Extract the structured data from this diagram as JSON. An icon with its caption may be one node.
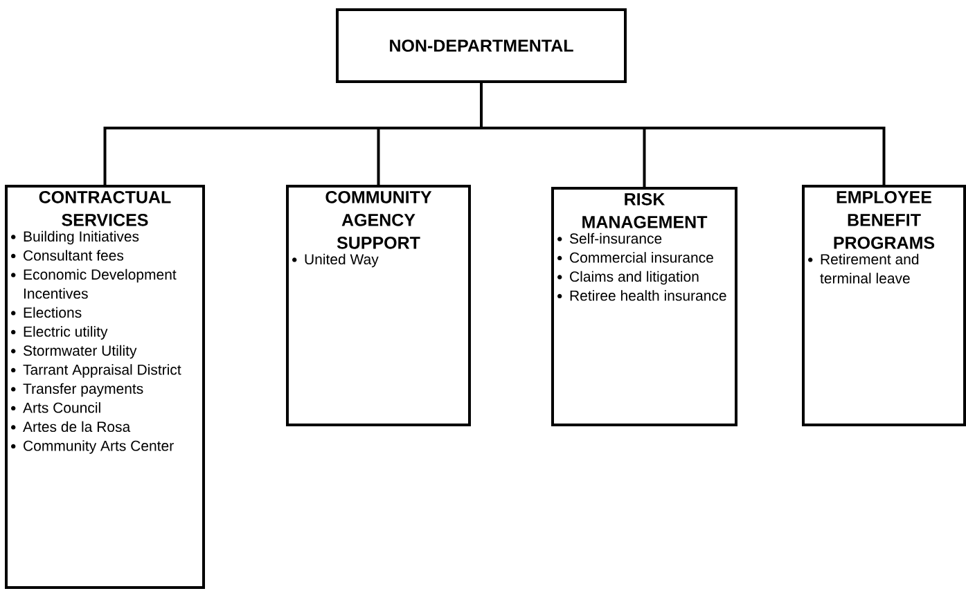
{
  "diagram": {
    "nodes": [
      {
        "text": [
          "NON-DEPARTMENTAL"
        ]
      },
      {
        "text": [
          "CONTRACTUAL SERVICES",
          "Building Initiatives",
          "Consultant fees",
          "Economic Development Incentives",
          "Elections",
          "Electric utility",
          "Stormwater Utility",
          "Tarrant Appraisal District",
          "Transfer payments",
          "Arts Council",
          "Artes de la Rosa",
          "Community Arts Center"
        ]
      },
      {
        "text": [
          "COMMUNITY AGENCY SUPPORT",
          "United Way"
        ]
      },
      {
        "text": [
          "RISK MANAGEMENT",
          "Self-insurance",
          "Commercial insurance",
          "Claims and litigation",
          "Retiree health insurance"
        ]
      },
      {
        "text": [
          "EMPLOYEE BENEFIT PROGRAMS",
          "Retirement and terminal leave"
        ]
      }
    ],
    "edges": [
      {
        "from": 0,
        "to": 1,
        "arrow": "none"
      },
      {
        "from": 0,
        "to": 2,
        "arrow": "none"
      },
      {
        "from": 0,
        "to": 3,
        "arrow": "none"
      },
      {
        "from": 0,
        "to": 4,
        "arrow": "none"
      }
    ]
  }
}
